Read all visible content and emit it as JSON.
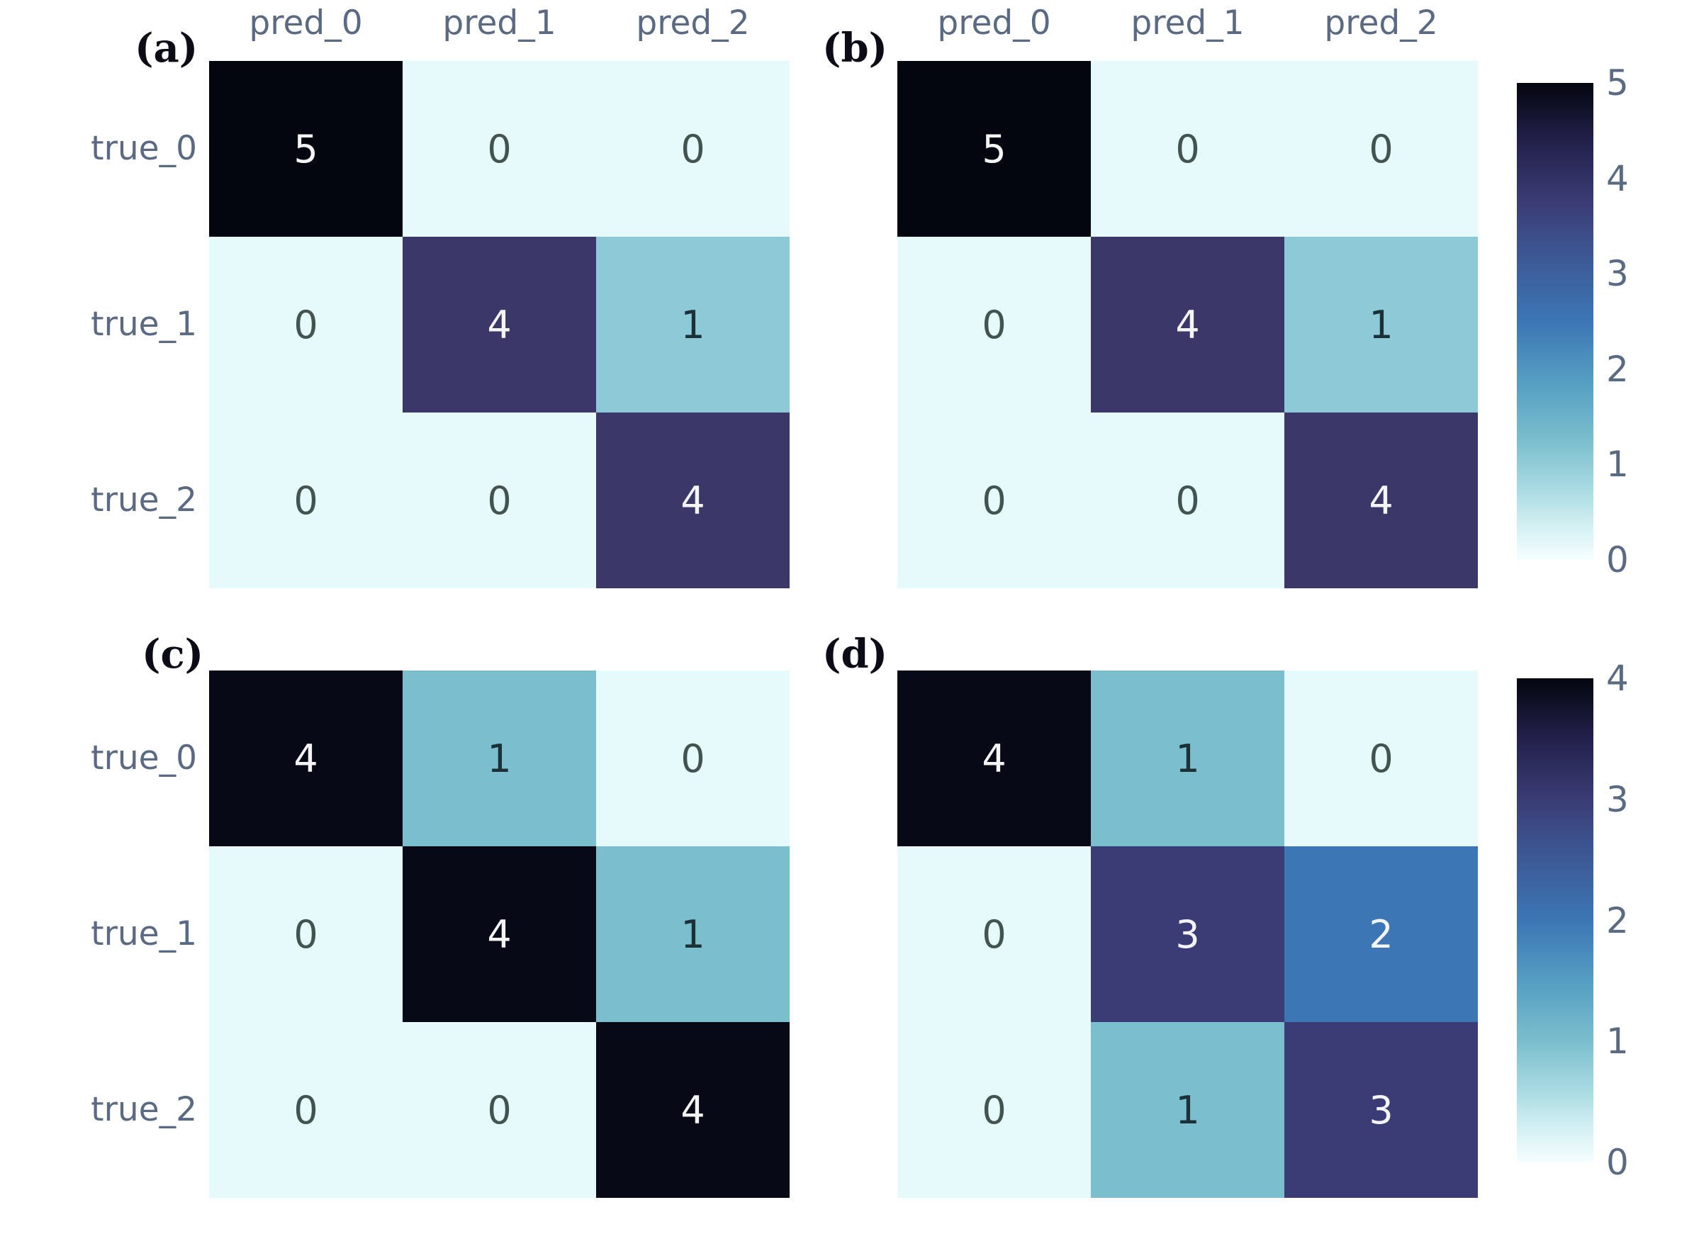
{
  "figure": {
    "type": "confusion-matrix-heatmap-grid",
    "background": "#ffffff",
    "label_color": "#5b6a83",
    "panel_letter_color": "#0c0c16"
  },
  "palette": {
    "scale5": {
      "5": "#04060f",
      "4": "#3b3869",
      "1": "#8ec9d8",
      "0": "#e6fafc"
    },
    "scale4": {
      "4": "#070a16",
      "3": "#3b3c75",
      "2": "#3c76b4",
      "1": "#7bbecd",
      "0": "#e6fafc"
    },
    "text_on_dark": "#f4f4f4",
    "text_on_teal": "#1c3137",
    "text_on_light": "#43534f"
  },
  "chart_data": [
    {
      "type": "heatmap",
      "title": "(a)",
      "x_labels": [
        "pred_0",
        "pred_1",
        "pred_2"
      ],
      "y_labels": [
        "true_0",
        "true_1",
        "true_2"
      ],
      "values": [
        [
          5,
          0,
          0
        ],
        [
          0,
          4,
          1
        ],
        [
          0,
          0,
          4
        ]
      ],
      "vmin": 0,
      "vmax": 5,
      "grid": false,
      "colorbar": "top"
    },
    {
      "type": "heatmap",
      "title": "(b)",
      "x_labels": [
        "pred_0",
        "pred_1",
        "pred_2"
      ],
      "y_labels": [],
      "values": [
        [
          5,
          0,
          0
        ],
        [
          0,
          4,
          1
        ],
        [
          0,
          0,
          4
        ]
      ],
      "vmin": 0,
      "vmax": 5,
      "grid": false,
      "colorbar": "top"
    },
    {
      "type": "heatmap",
      "title": "(c)",
      "x_labels": [],
      "y_labels": [
        "true_0",
        "true_1",
        "true_2"
      ],
      "values": [
        [
          4,
          1,
          0
        ],
        [
          0,
          4,
          1
        ],
        [
          0,
          0,
          4
        ]
      ],
      "vmin": 0,
      "vmax": 4,
      "grid": false,
      "colorbar": "bottom"
    },
    {
      "type": "heatmap",
      "title": "(d)",
      "x_labels": [],
      "y_labels": [],
      "values": [
        [
          4,
          1,
          0
        ],
        [
          0,
          3,
          2
        ],
        [
          0,
          1,
          3
        ]
      ],
      "vmin": 0,
      "vmax": 4,
      "grid": false,
      "colorbar": "bottom"
    }
  ],
  "colorbars": {
    "top": {
      "ticks": [
        "5",
        "4",
        "3",
        "2",
        "1",
        "0"
      ]
    },
    "bottom": {
      "ticks": [
        "4",
        "3",
        "2",
        "1",
        "0"
      ]
    }
  }
}
